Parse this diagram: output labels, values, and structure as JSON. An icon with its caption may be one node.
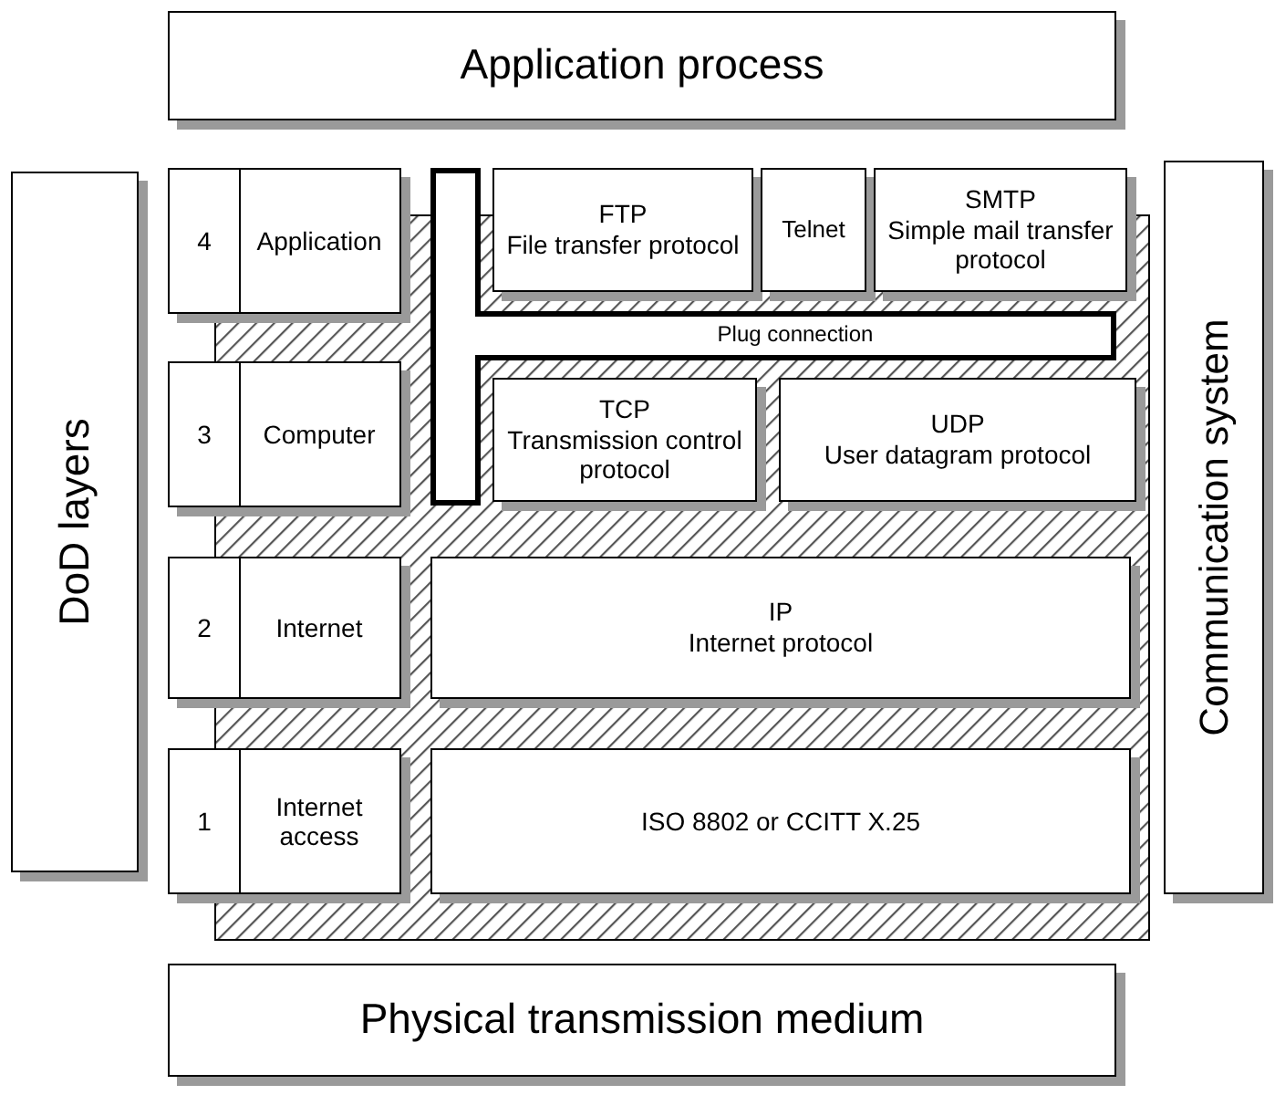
{
  "diagram": {
    "nodes": [
      {
        "text": [
          "Application process"
        ]
      },
      {
        "text": [
          "DoD layers"
        ]
      },
      {
        "text": [
          "4",
          "Application"
        ]
      },
      {
        "text": [
          "FTP",
          "File transfer protocol"
        ]
      },
      {
        "text": [
          "Telnet"
        ]
      },
      {
        "text": [
          "SMTP",
          "Simple mail transfer protocol"
        ]
      },
      {
        "text": [
          "Plug connection"
        ]
      },
      {
        "text": [
          "Communication system"
        ]
      },
      {
        "text": [
          "3",
          "Computer"
        ]
      },
      {
        "text": [
          "TCP",
          "Transmission control protocol"
        ]
      },
      {
        "text": [
          "UDP",
          "User datagram protocol"
        ]
      },
      {
        "text": [
          "2",
          "Internet"
        ]
      },
      {
        "text": [
          "IP",
          "Internet protocol"
        ]
      },
      {
        "text": [
          "1",
          "Internet access"
        ]
      },
      {
        "text": [
          "ISO 8802 or CCITT X.25"
        ]
      },
      {
        "text": [
          "Physical transmission medium"
        ]
      }
    ]
  }
}
